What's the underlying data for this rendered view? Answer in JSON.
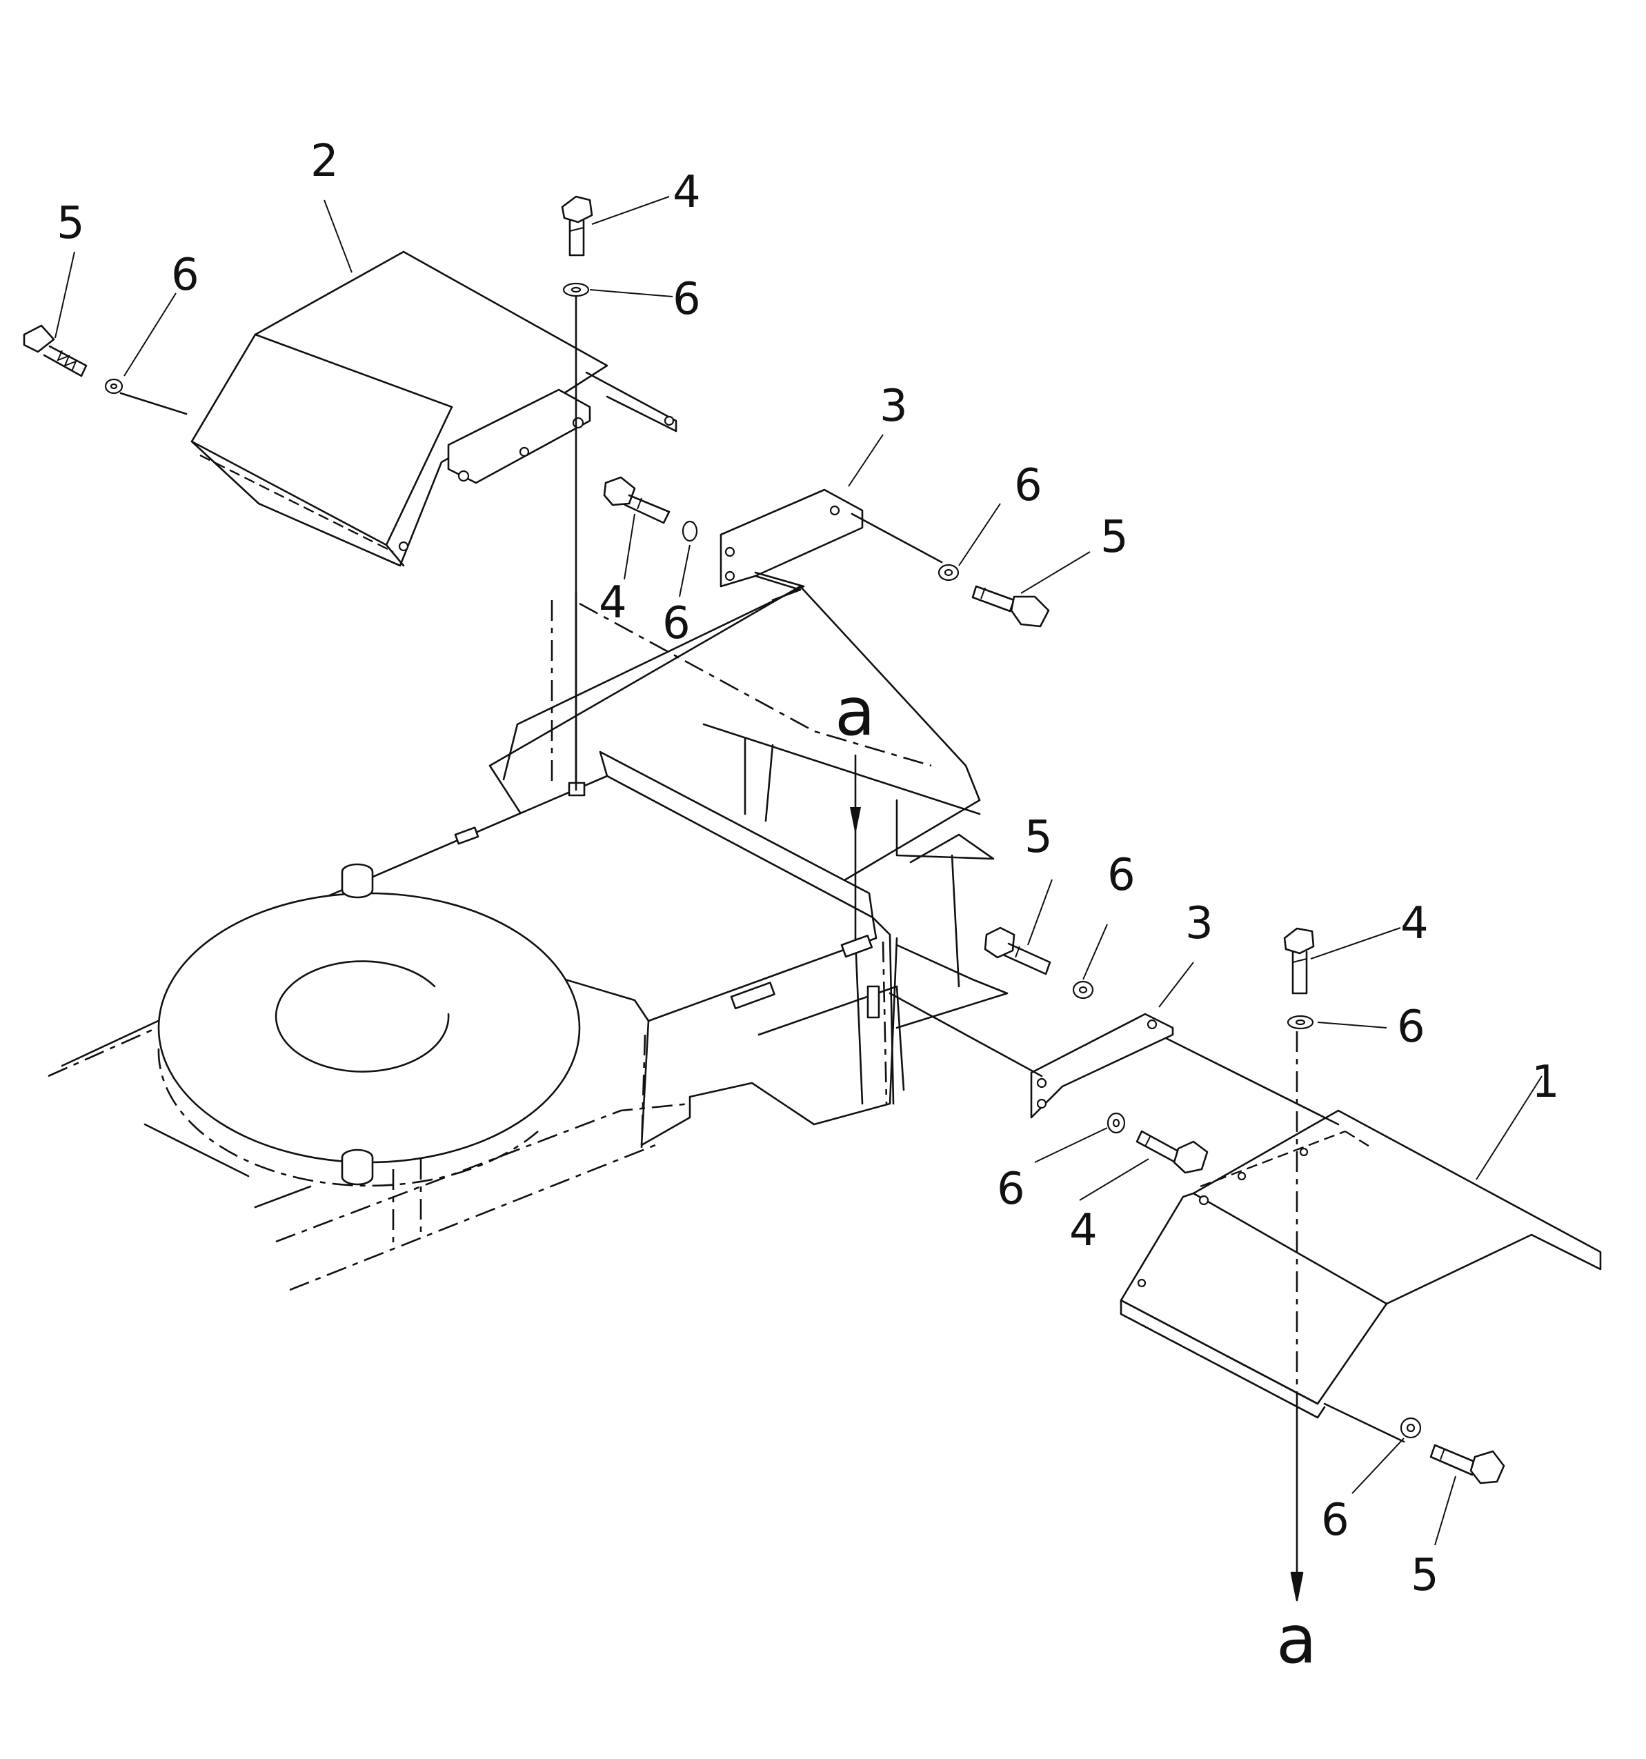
{
  "diagram": {
    "callouts": {
      "p2_top": "2",
      "p5_top_left": "5",
      "p6_top_left": "6",
      "p4_top_mid": "4",
      "p6_top_mid": "6",
      "p3_upper": "3",
      "p6_upper_right": "6",
      "p5_upper_right": "5",
      "p4_mid": "4",
      "p6_mid": "6",
      "a_upper": "a",
      "p5_lower": "5",
      "p6_lower": "6",
      "p3_lower": "3",
      "p4_lower_right": "4",
      "p6_lower_right": "6",
      "p1": "1",
      "p6_lower_left": "6",
      "p4_lower_left": "4",
      "p6_bottom": "6",
      "p5_bottom": "5",
      "a_lower": "a"
    }
  }
}
